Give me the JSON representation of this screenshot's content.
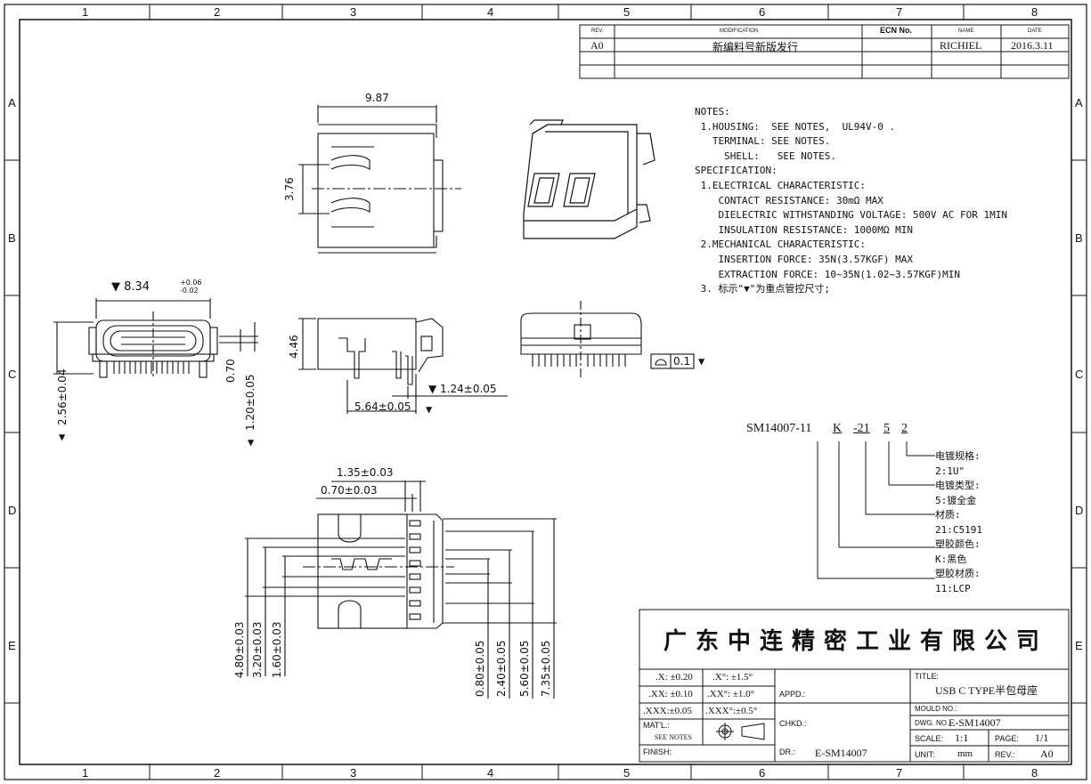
{
  "zones": {
    "columns": [
      "1",
      "2",
      "3",
      "4",
      "5",
      "6",
      "7",
      "8"
    ],
    "rows": [
      "A",
      "B",
      "C",
      "D",
      "E"
    ]
  },
  "revision_block": {
    "headers": {
      "rev": "REV.",
      "modification": "MODIFICATION",
      "ecn": "ECN No.",
      "name": "NAME",
      "date": "DATE"
    },
    "row": {
      "rev": "A0",
      "modification": "新编料号新版发行",
      "ecn": "",
      "name": "RICHIEL",
      "date": "2016.3.11"
    }
  },
  "notes": {
    "lines": [
      "NOTES:",
      " 1.HOUSING:  SEE NOTES,  UL94V-0 .",
      "   TERMINAL: SEE NOTES.",
      "     SHELL:   SEE NOTES.",
      "SPECIFICATION:",
      " 1.ELECTRICAL CHARACTERISTIC:",
      "    CONTACT RESISTANCE: 30mΩ MAX",
      "    DIELECTRIC WITHSTANDING VOLTAGE: 500V AC FOR 1MIN",
      "    INSULATION RESISTANCE: 1000MΩ MIN",
      " 2.MECHANICAL CHARACTERISTIC:",
      "    INSERTION FORCE: 35N(3.57KGF) MAX",
      "    EXTRACTION FORCE: 10~35N(1.02~3.57KGF)MIN",
      " 3. 标示\"▼\"为重点管控尺寸;"
    ]
  },
  "part_number": {
    "base": "SM14007-11",
    "segments": [
      "K",
      "-21",
      "5",
      "2"
    ],
    "legend": [
      {
        "title": "电镀规格:",
        "value": "2:1U\""
      },
      {
        "title": "电镀类型:",
        "value": "5:镀全金"
      },
      {
        "title": "材质:",
        "value": "21:C5191"
      },
      {
        "title": "塑胶颜色:",
        "value": "K:黑色"
      },
      {
        "title": "塑胶材质:",
        "value": "11:LCP"
      }
    ]
  },
  "dimensions": {
    "top_width": "9.87",
    "top_height": "3.76",
    "front_width": "▼ 8.34",
    "front_width_tol_upper": "+0.06",
    "front_width_tol_lower": "-0.02",
    "front_height_a": "2.56±0.04",
    "front_height_b": "0.70",
    "front_height_c": "1.20±0.05",
    "side_height": "4.46",
    "side_offset": "▼ 1.24±0.05",
    "side_length": "5.64±0.05",
    "flatness": "0.1",
    "bottom_pitch_a": "1.35±0.03",
    "bottom_pitch_b": "0.70±0.03",
    "left_dims": [
      "4.80±0.03",
      "3.20±0.03",
      "1.60±0.03"
    ],
    "right_dims": [
      "0.80±0.05",
      "2.40±0.05",
      "5.60±0.05",
      "7.35±0.05"
    ]
  },
  "title_block": {
    "company": "广东中连精密工业有限公司",
    "tolerances": [
      [
        ".X: ±0.20",
        ".X°: ±1.5°"
      ],
      [
        ".XX: ±0.10",
        ".XX°: ±1.0°"
      ],
      [
        ".XXX:±0.05",
        ".XXX°:±0.5°"
      ]
    ],
    "appd_label": "APPD.:",
    "chkd_label": "CHKD.:",
    "matl_label": "MAT'L.:",
    "matl_value": "SEE NOTES",
    "finish_label": "FINISH:",
    "dr_label": "DR.:",
    "dr_value": "E-SM14007",
    "title_label": "TITLE:",
    "title_value": "USB C TYPE半包母座",
    "mould_label": "MOULD NO.:",
    "mould_value": "",
    "dwg_label": "DWG. NO.:",
    "dwg_value": "E-SM14007",
    "scale_label": "SCALE:",
    "scale_value": "1:1",
    "page_label": "PAGE:",
    "page_value": "1/1",
    "unit_label": "UNIT:",
    "unit_value": "mm",
    "rev_label": "REV.:",
    "rev_value": "A0"
  },
  "colors": {
    "ink": "#111111",
    "paper": "#ffffff"
  }
}
